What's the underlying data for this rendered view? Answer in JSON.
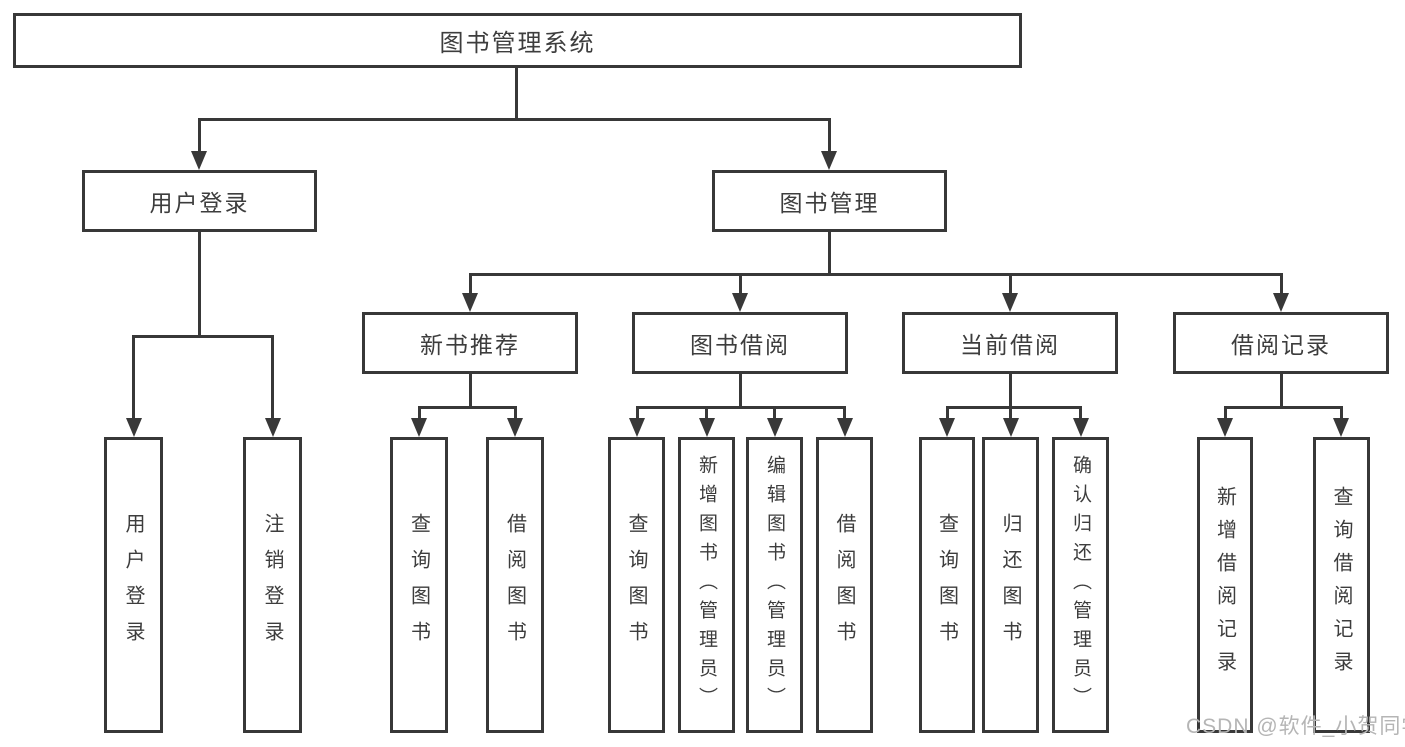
{
  "diagram": {
    "root": {
      "label": "图书管理系统"
    },
    "level2": [
      {
        "label": "用户登录"
      },
      {
        "label": "图书管理"
      }
    ],
    "level3": [
      {
        "label": "新书推荐"
      },
      {
        "label": "图书借阅"
      },
      {
        "label": "当前借阅"
      },
      {
        "label": "借阅记录"
      }
    ],
    "leaves": [
      {
        "label": "用户登录"
      },
      {
        "label": "注销登录"
      },
      {
        "label": "查询图书"
      },
      {
        "label": "借阅图书"
      },
      {
        "label": "查询图书"
      },
      {
        "label": "新增图书（管理员）"
      },
      {
        "label": "编辑图书（管理员）"
      },
      {
        "label": "借阅图书"
      },
      {
        "label": "查询图书"
      },
      {
        "label": "归还图书"
      },
      {
        "label": "确认归还（管理员）"
      },
      {
        "label": "新增借阅记录"
      },
      {
        "label": "查询借阅记录"
      }
    ]
  },
  "watermark": {
    "text": "CSDN @软件_小贺同学"
  },
  "colors": {
    "background": "#ffffff",
    "line": "#383838",
    "box_border": "#383838",
    "text": "#3d3d3d",
    "watermark": "#b5b5b5"
  }
}
